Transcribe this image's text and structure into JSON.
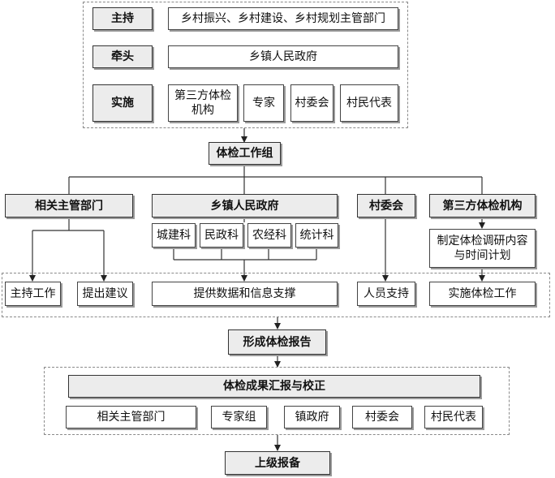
{
  "top": {
    "rows": [
      {
        "label": "主持",
        "items": [
          "乡村振兴、乡村建设、乡村规划主管部门"
        ]
      },
      {
        "label": "牵头",
        "items": [
          "乡镇人民政府"
        ]
      },
      {
        "label": "实施",
        "items": [
          "第三方体检机构",
          "专家",
          "村委会",
          "村民代表"
        ]
      }
    ]
  },
  "work_group": "体检工作组",
  "columns": {
    "dept": "相关主管部门",
    "town": "乡镇人民政府",
    "village": "村委会",
    "third": "第三方体检机构"
  },
  "town_sub": [
    "城建科",
    "民政科",
    "农经科",
    "统计科"
  ],
  "third_sub": "制定体检调研内容与时间计划",
  "tasks": {
    "host": "主持工作",
    "advise": "提出建议",
    "data": "提供数据和信息支撑",
    "staff": "人员支持",
    "implement": "实施体检工作"
  },
  "report": "形成体检报告",
  "review": {
    "title": "体检成果汇报与校正",
    "items": [
      "相关主管部门",
      "专家组",
      "镇政府",
      "村委会",
      "村民代表"
    ]
  },
  "final": "上级报备"
}
